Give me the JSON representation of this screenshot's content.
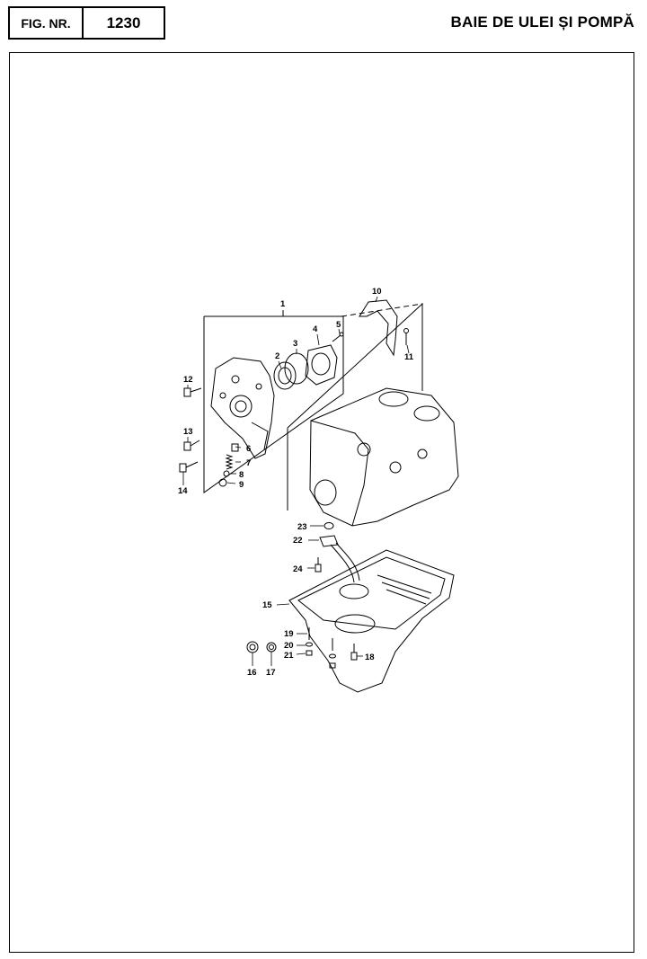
{
  "header": {
    "fig_label": "FIG. NR.",
    "fig_number": "1230",
    "title": "BAIE DE ULEI ȘI POMPĂ"
  },
  "callouts": [
    {
      "id": "1",
      "label": "1"
    },
    {
      "id": "2",
      "label": "2"
    },
    {
      "id": "3",
      "label": "3"
    },
    {
      "id": "4",
      "label": "4"
    },
    {
      "id": "5",
      "label": "5"
    },
    {
      "id": "6",
      "label": "6"
    },
    {
      "id": "7",
      "label": "7"
    },
    {
      "id": "8",
      "label": "8"
    },
    {
      "id": "9",
      "label": "9"
    },
    {
      "id": "10",
      "label": "10"
    },
    {
      "id": "11",
      "label": "11"
    },
    {
      "id": "12",
      "label": "12"
    },
    {
      "id": "13",
      "label": "13"
    },
    {
      "id": "14",
      "label": "14"
    },
    {
      "id": "15",
      "label": "15"
    },
    {
      "id": "16",
      "label": "16"
    },
    {
      "id": "17",
      "label": "17"
    },
    {
      "id": "18",
      "label": "18"
    },
    {
      "id": "19",
      "label": "19"
    },
    {
      "id": "20",
      "label": "20"
    },
    {
      "id": "21",
      "label": "21"
    },
    {
      "id": "22",
      "label": "22"
    },
    {
      "id": "23",
      "label": "23"
    },
    {
      "id": "24",
      "label": "24"
    }
  ]
}
